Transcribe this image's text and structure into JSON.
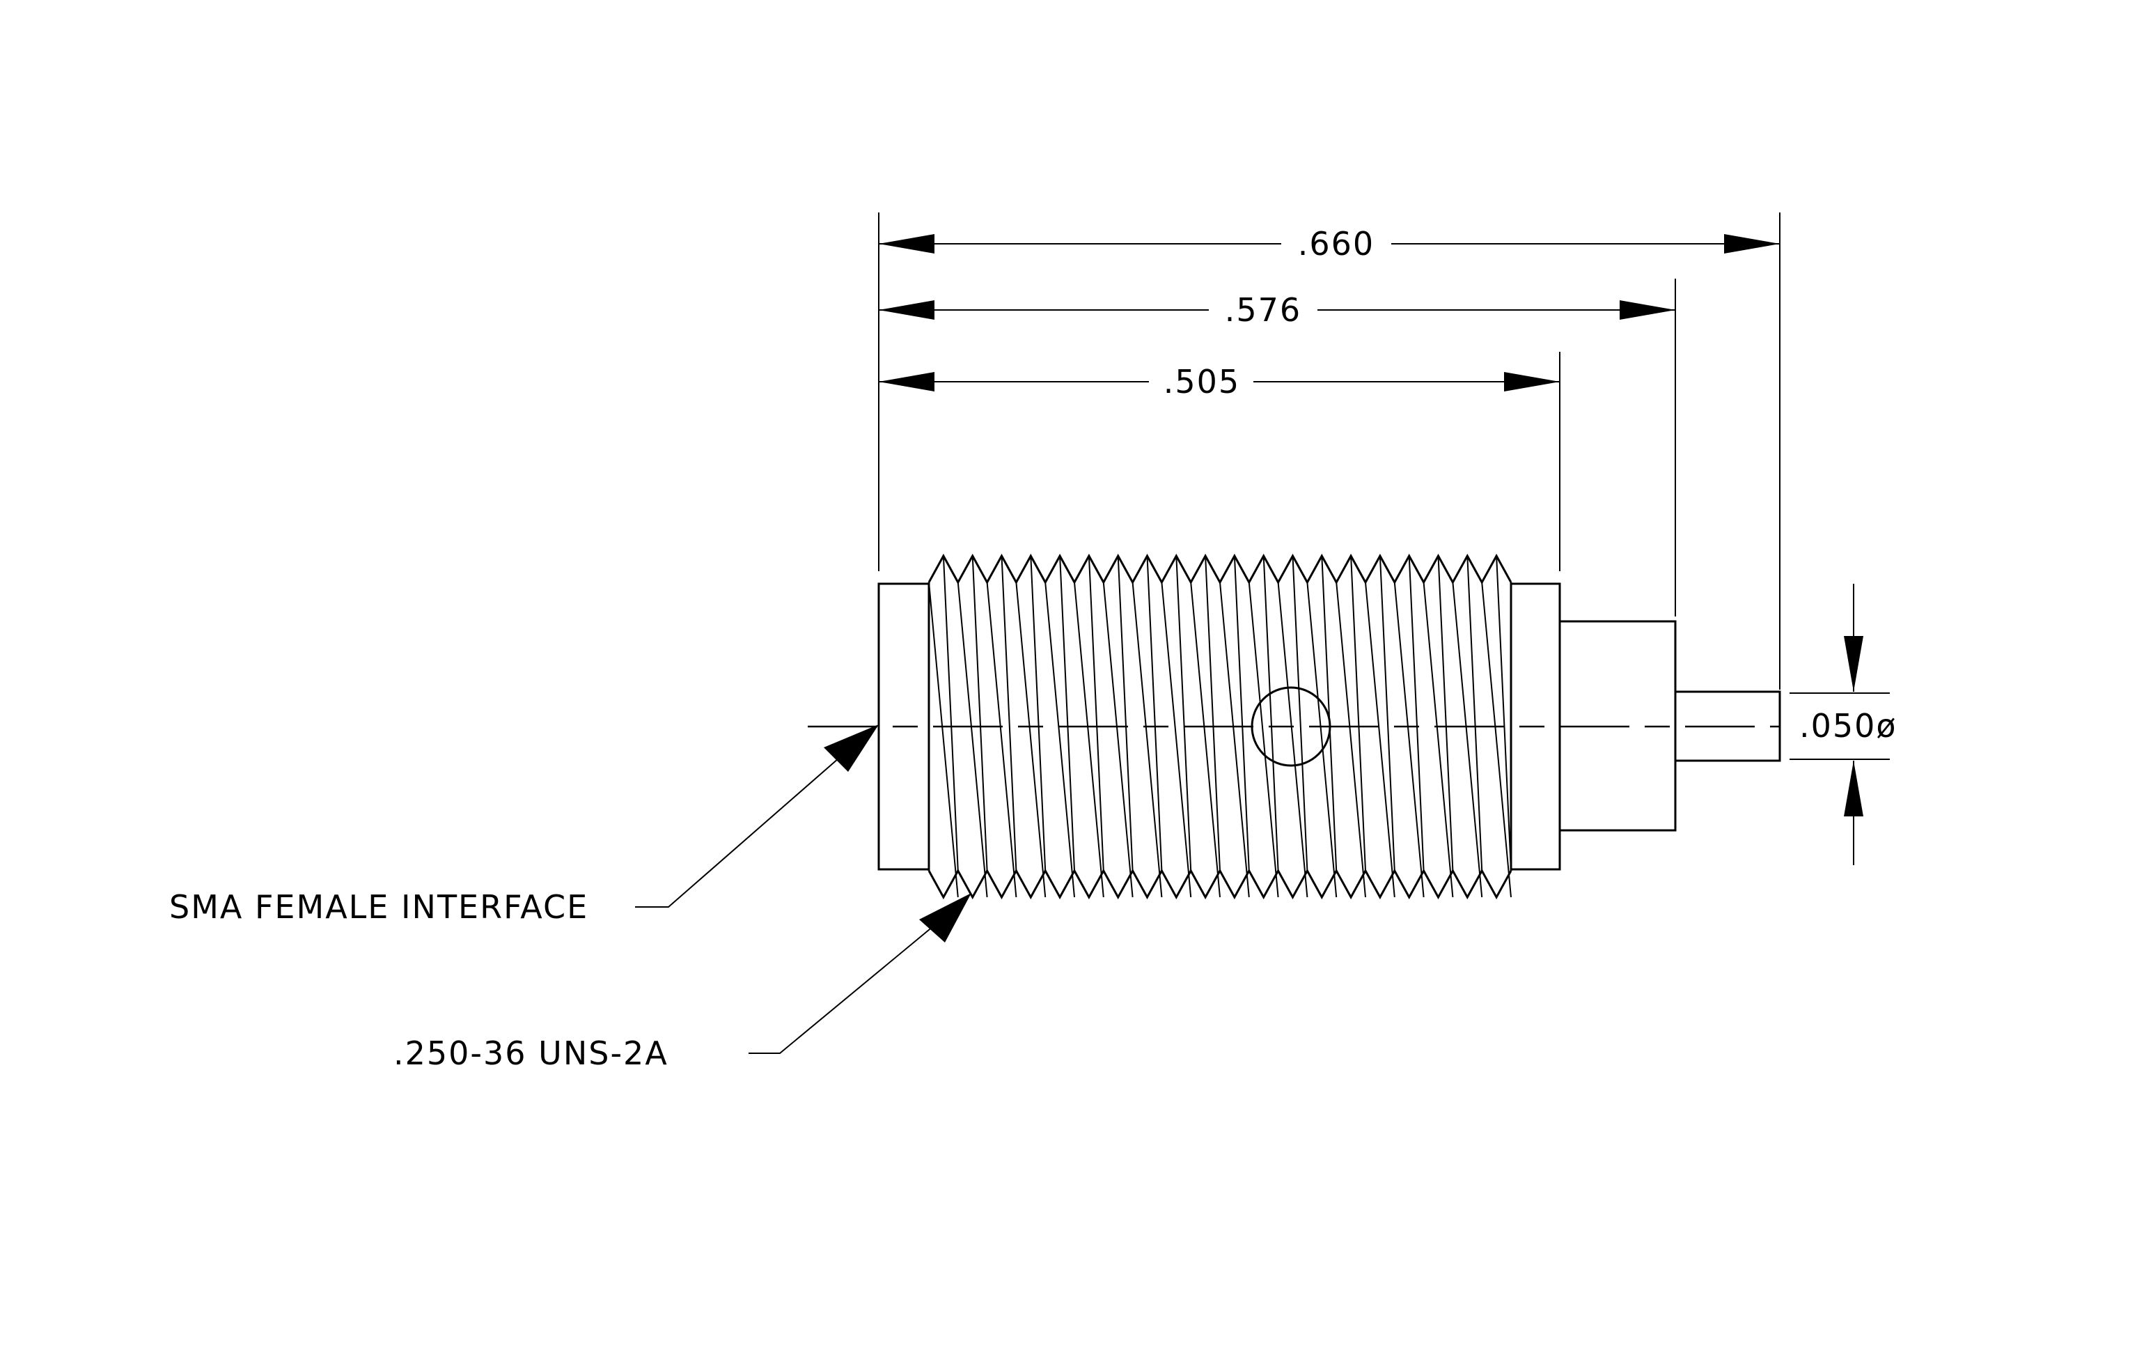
{
  "dimensions": {
    "overall_length": ".660",
    "mid_length": ".576",
    "body_length": ".505",
    "pin_diameter": ".050ø"
  },
  "callouts": {
    "interface": "SMA FEMALE INTERFACE",
    "thread": ".250-36 UNS-2A"
  }
}
